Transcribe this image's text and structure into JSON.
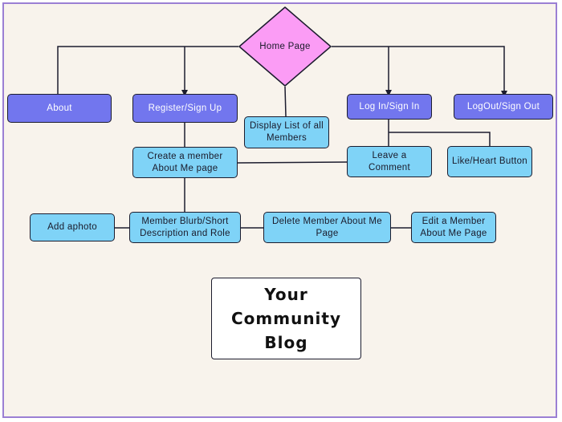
{
  "diagram": {
    "home": "Home Page",
    "about": "About",
    "register": "Register/Sign Up",
    "display_list": "Display List of all Members",
    "login": "Log In/Sign In",
    "logout": "LogOut/Sign Out",
    "create_member": "Create a member About Me page",
    "leave_comment": "Leave a Comment",
    "like_button": "Like/Heart Button",
    "add_photo": "Add aphoto",
    "member_blurb": "Member Blurb/Short Description and Role",
    "delete_member": "Delete Member About Me Page",
    "edit_member": "Edit a Member About Me Page",
    "title": "Your Community Blog"
  },
  "colors": {
    "background": "#f8f3ec",
    "frame_border": "#9b7fd4",
    "primary_node": "#7276ee",
    "secondary_node": "#7fd3f7",
    "home_diamond": "#fb9cf5",
    "line": "#1c1c2e"
  }
}
